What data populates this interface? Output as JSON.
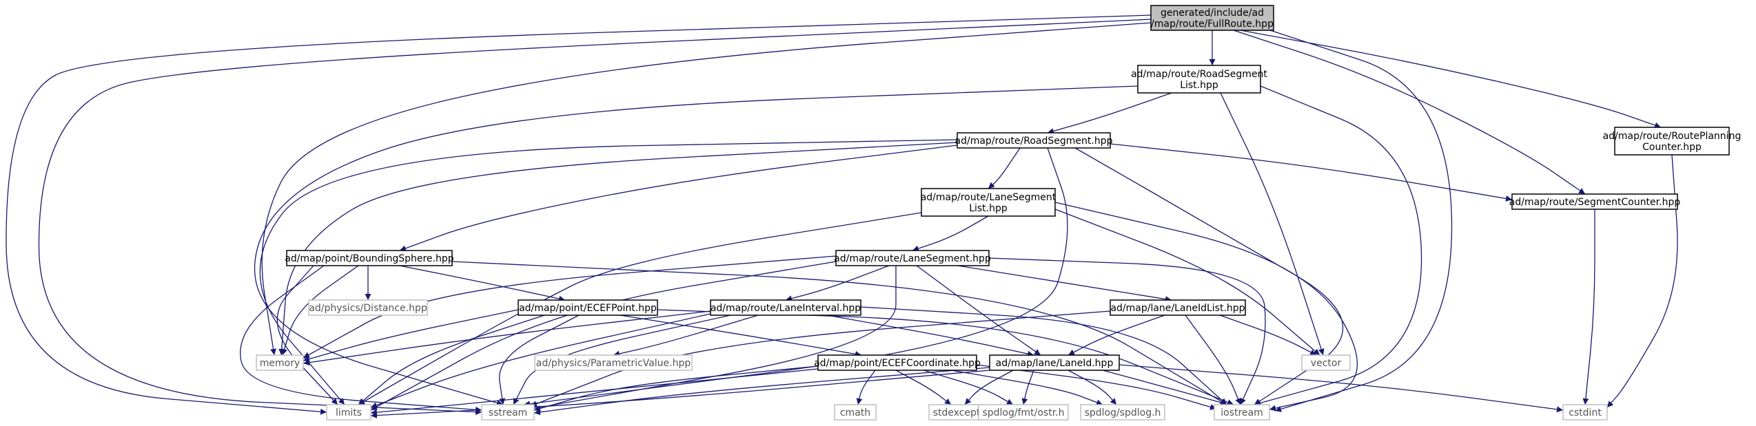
{
  "graph": {
    "colors": {
      "edge": "#191970",
      "root_fill": "#bfbfbf",
      "root_stroke": "#000000",
      "node_stroke": "#000000",
      "external_stroke": "#bfbfbf",
      "external_text": "#555555",
      "node_fill": "#ffffff"
    },
    "nodes": [
      {
        "id": "fullroute",
        "kind": "root",
        "lines": [
          "generated/include/ad",
          "/map/route/FullRoute.hpp"
        ]
      },
      {
        "id": "roadsegmentlist",
        "kind": "file",
        "lines": [
          "ad/map/route/RoadSegment",
          "List.hpp"
        ]
      },
      {
        "id": "routeplanning",
        "kind": "file",
        "lines": [
          "ad/map/route/RoutePlanning",
          "Counter.hpp"
        ]
      },
      {
        "id": "roadsegment",
        "kind": "file",
        "lines": [
          "ad/map/route/RoadSegment.hpp"
        ]
      },
      {
        "id": "lanesegmentlist",
        "kind": "file",
        "lines": [
          "ad/map/route/LaneSegment",
          "List.hpp"
        ]
      },
      {
        "id": "segmentcounter",
        "kind": "file",
        "lines": [
          "ad/map/route/SegmentCounter.hpp"
        ]
      },
      {
        "id": "boundingsphere",
        "kind": "file",
        "lines": [
          "ad/map/point/BoundingSphere.hpp"
        ]
      },
      {
        "id": "lanesegment",
        "kind": "file",
        "lines": [
          "ad/map/route/LaneSegment.hpp"
        ]
      },
      {
        "id": "distance",
        "kind": "external",
        "lines": [
          "ad/physics/Distance.hpp"
        ]
      },
      {
        "id": "ecefpoint",
        "kind": "file",
        "lines": [
          "ad/map/point/ECEFPoint.hpp"
        ]
      },
      {
        "id": "laneinterval",
        "kind": "file",
        "lines": [
          "ad/map/route/LaneInterval.hpp"
        ]
      },
      {
        "id": "laneidlist",
        "kind": "file",
        "lines": [
          "ad/map/lane/LaneIdList.hpp"
        ]
      },
      {
        "id": "memory",
        "kind": "external",
        "lines": [
          "memory"
        ]
      },
      {
        "id": "parametric",
        "kind": "external",
        "lines": [
          "ad/physics/ParametricValue.hpp"
        ]
      },
      {
        "id": "ecefcoord",
        "kind": "file",
        "lines": [
          "ad/map/point/ECEFCoordinate.hpp"
        ]
      },
      {
        "id": "laneid",
        "kind": "file",
        "lines": [
          "ad/map/lane/LaneId.hpp"
        ]
      },
      {
        "id": "vector",
        "kind": "external",
        "lines": [
          "vector"
        ]
      },
      {
        "id": "limits",
        "kind": "external",
        "lines": [
          "limits"
        ]
      },
      {
        "id": "sstream",
        "kind": "external",
        "lines": [
          "sstream"
        ]
      },
      {
        "id": "cmath",
        "kind": "external",
        "lines": [
          "cmath"
        ]
      },
      {
        "id": "stdexcept",
        "kind": "external",
        "lines": [
          "stdexcept"
        ]
      },
      {
        "id": "fmt",
        "kind": "external",
        "lines": [
          "spdlog/fmt/ostr.h"
        ]
      },
      {
        "id": "spdlog",
        "kind": "external",
        "lines": [
          "spdlog/spdlog.h"
        ]
      },
      {
        "id": "iostream",
        "kind": "external",
        "lines": [
          "iostream"
        ]
      },
      {
        "id": "cstdint",
        "kind": "external",
        "lines": [
          "cstdint"
        ]
      }
    ]
  }
}
